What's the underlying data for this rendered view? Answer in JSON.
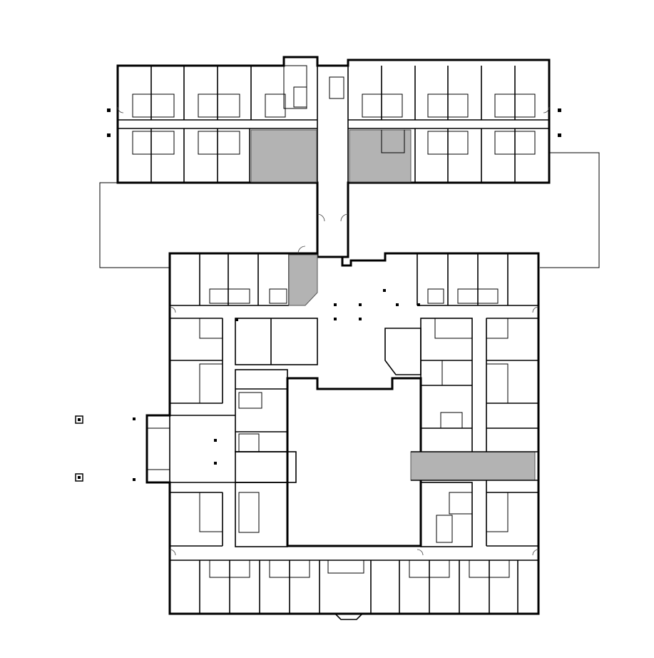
{
  "colors": {
    "background": "#ffffff",
    "wall": "#000000",
    "highlight": "#b3b3b3"
  },
  "highlighted_areas": [
    "north-wing-west-shaded-room",
    "north-wing-east-shaded-room",
    "corridor-junction-shaded-room",
    "east-wing-shaded-corridor"
  ],
  "legend_markers": [
    "exterior-marker-upper",
    "exterior-marker-lower"
  ]
}
